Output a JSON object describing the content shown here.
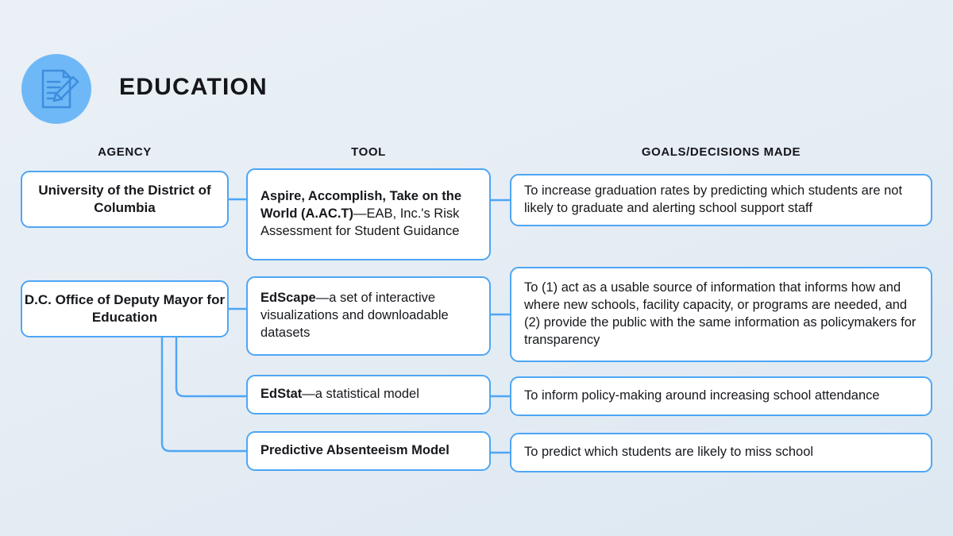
{
  "header": {
    "title": "EDUCATION",
    "icon": "document-pencil-icon",
    "icon_circle_color": "#6fb8f7",
    "icon_line_color": "#3d8ede"
  },
  "theme": {
    "background_start": "#eaf0f6",
    "background_end": "#dde8f1",
    "box_border": "#4ea6f5",
    "box_fill": "#ffffff",
    "connector": "#4ea6f5",
    "text": "#16181c"
  },
  "columns": [
    {
      "key": "agency",
      "label": "AGENCY"
    },
    {
      "key": "tool",
      "label": "TOOL"
    },
    {
      "key": "goals",
      "label": "GOALS/DECISIONS MADE"
    }
  ],
  "rows": [
    {
      "agency": "University of the District of Columbia",
      "tool_bold": "Aspire, Accomplish, Take on the World (A.AC.T)",
      "tool_rest": "—EAB, Inc.'s Risk Assessment for Student Guidance",
      "goals": "To increase graduation rates by predicting which students are not likely to graduate and alerting school support staff"
    },
    {
      "agency": "D.C. Office of Deputy Mayor for Education",
      "tool_bold": "EdScape",
      "tool_rest": "—a set of interactive visualizations and downloadable datasets",
      "goals": "To (1) act as a usable source of information that informs how and where new schools, facility capacity, or programs are needed, and (2) provide the public with the same information as policymakers for transparency"
    },
    {
      "agency": "",
      "tool_bold": "EdStat",
      "tool_rest": "—a statistical model",
      "goals": "To inform policy-making around increasing school attendance"
    },
    {
      "agency": "",
      "tool_bold": "Predictive Absenteeism Model",
      "tool_rest": "",
      "goals": "To predict which students are likely to miss school"
    }
  ]
}
